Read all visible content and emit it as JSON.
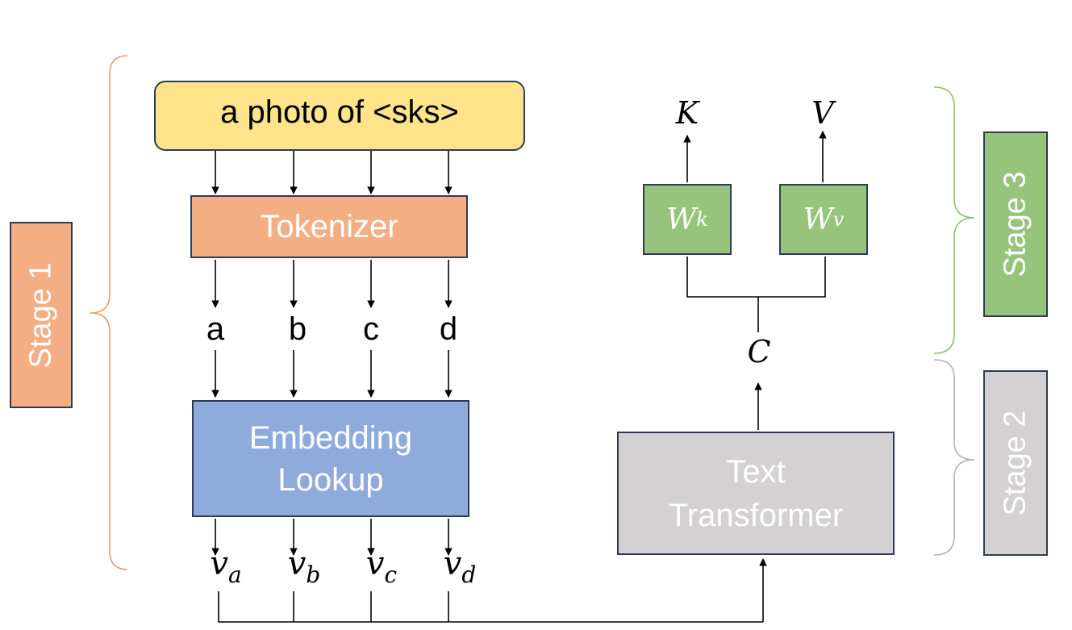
{
  "prompt": {
    "text": "a photo of <sks>"
  },
  "tokenizer": {
    "label": "Tokenizer"
  },
  "tokens": [
    "a",
    "b",
    "c",
    "d"
  ],
  "embedding": {
    "line1": "Embedding",
    "line2": "Lookup"
  },
  "vectors": [
    {
      "base": "v",
      "sub": "a"
    },
    {
      "base": "v",
      "sub": "b"
    },
    {
      "base": "v",
      "sub": "c"
    },
    {
      "base": "v",
      "sub": "d"
    }
  ],
  "transformer": {
    "line1": "Text",
    "line2": "Transformer"
  },
  "context": {
    "label": "C"
  },
  "projections": {
    "wk": {
      "base": "W",
      "sub": "k"
    },
    "wv": {
      "base": "W",
      "sub": "v"
    }
  },
  "outputs": {
    "k": "K",
    "v": "V"
  },
  "stages": {
    "stage1": "Stage 1",
    "stage2": "Stage 2",
    "stage3": "Stage 3"
  },
  "colors": {
    "prompt": "#fde38a",
    "tokenizer": "#f4ae84",
    "embedding": "#8fabdc",
    "transformer": "#d3d1d1",
    "projection": "#97c47d",
    "stage1_brace": "#ee9a62",
    "stage2_brace": "#b3b3b3",
    "stage3_brace": "#8fc06e"
  }
}
